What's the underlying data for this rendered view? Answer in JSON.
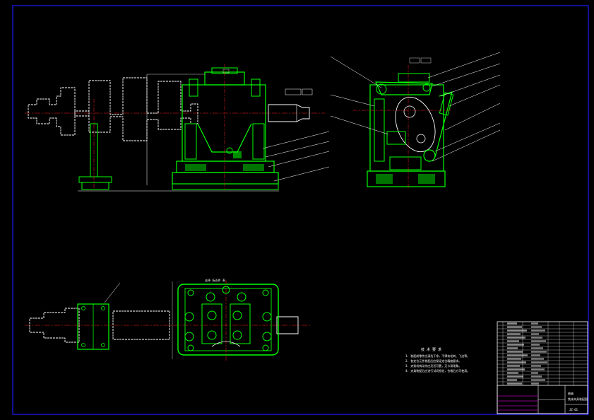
{
  "drawing": {
    "tech_req_title": "技 术 要 求",
    "tech_req_lines": [
      "1. 装配前零件应清洗干净，不得有毛刺、飞边等。",
      "2. 各定位元件装配后应保证定位精度要求。",
      "3. 夹紧机构动作应灵活可靠，无卡滞现象。",
      "4. 夹具装配后应进行试切检验，合格后方可使用。"
    ],
    "plan_view_label": "去掉 拆去件 表",
    "title_block": {
      "part_rows": 18,
      "name": "曲轴",
      "subtitle": "铣床夹具装配图",
      "drawing_no": "JZ-01"
    },
    "colors": {
      "frame": "#1a1aff",
      "green": "#00ff00",
      "white": "#ffffff",
      "red": "#ff2020",
      "magenta": "#ff00ff",
      "cyan": "#00ffff",
      "yellow": "#ffff00"
    }
  }
}
